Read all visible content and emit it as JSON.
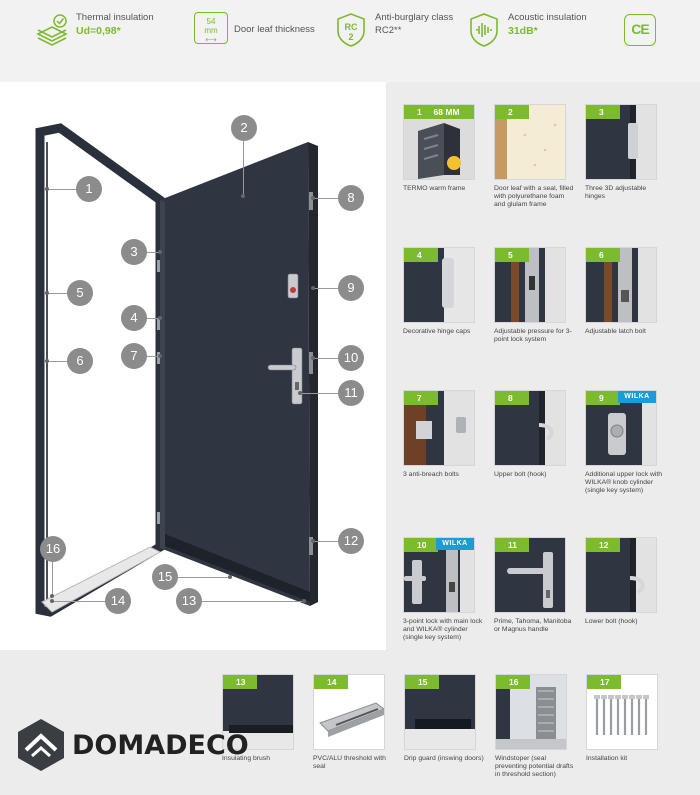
{
  "features": {
    "thermal": {
      "label": "Thermal insulation",
      "value": "Ud=0,98*"
    },
    "thickness": {
      "badge_top": "54",
      "badge_bottom": "mm",
      "label": "Door leaf thickness"
    },
    "burglary": {
      "badge_top": "RC",
      "badge_bottom": "2",
      "label": "Anti-burglary class",
      "value": "RC2**"
    },
    "acoustic": {
      "label": "Acoustic insulation",
      "value": "31dB*"
    },
    "ce": "CE"
  },
  "door_markers": [
    "1",
    "2",
    "3",
    "4",
    "5",
    "6",
    "7",
    "8",
    "9",
    "10",
    "11",
    "12",
    "13",
    "14",
    "15",
    "16"
  ],
  "cards": [
    {
      "num": "1",
      "extra": "68 MM",
      "caption": "TERMO warm frame"
    },
    {
      "num": "2",
      "caption": "Door leaf with a seal, filled with polyurethane foam and glulam frame"
    },
    {
      "num": "3",
      "caption": "Three 3D adjustable hinges"
    },
    {
      "num": "4",
      "caption": "Decorative hinge caps"
    },
    {
      "num": "5",
      "caption": "Adjustable pressure for 3-point lock system"
    },
    {
      "num": "6",
      "caption": "Adjustable latch bolt"
    },
    {
      "num": "7",
      "caption": "3 anti-breach bolts"
    },
    {
      "num": "8",
      "caption": "Upper bolt (hook)"
    },
    {
      "num": "9",
      "brand": "WILKA",
      "caption": "Additional upper lock with WILKA® knob cylinder (single key system)"
    },
    {
      "num": "10",
      "brand": "WILKA",
      "caption": "3-point lock with main lock and WILKA® cylinder (single key system)"
    },
    {
      "num": "11",
      "caption": "Prime, Tahoma, Manitoba or Magnus handle"
    },
    {
      "num": "12",
      "caption": "Lower bolt (hook)"
    },
    {
      "num": "13",
      "caption": "Insulating brush"
    },
    {
      "num": "14",
      "caption": "PVC/ALU threshold with seal"
    },
    {
      "num": "15",
      "caption": "Drip guard (inswing doors)"
    },
    {
      "num": "16",
      "caption": "Windstoper (seal preventing potential drafts in threshold section)"
    },
    {
      "num": "17",
      "caption": "Installation kit"
    }
  ],
  "brand": {
    "name": "DOMADECO"
  },
  "colors": {
    "accent": "#7dbb2e",
    "door": "#2f3642",
    "marker": "#8c8c8c",
    "wilka": "#1b9cd8"
  }
}
